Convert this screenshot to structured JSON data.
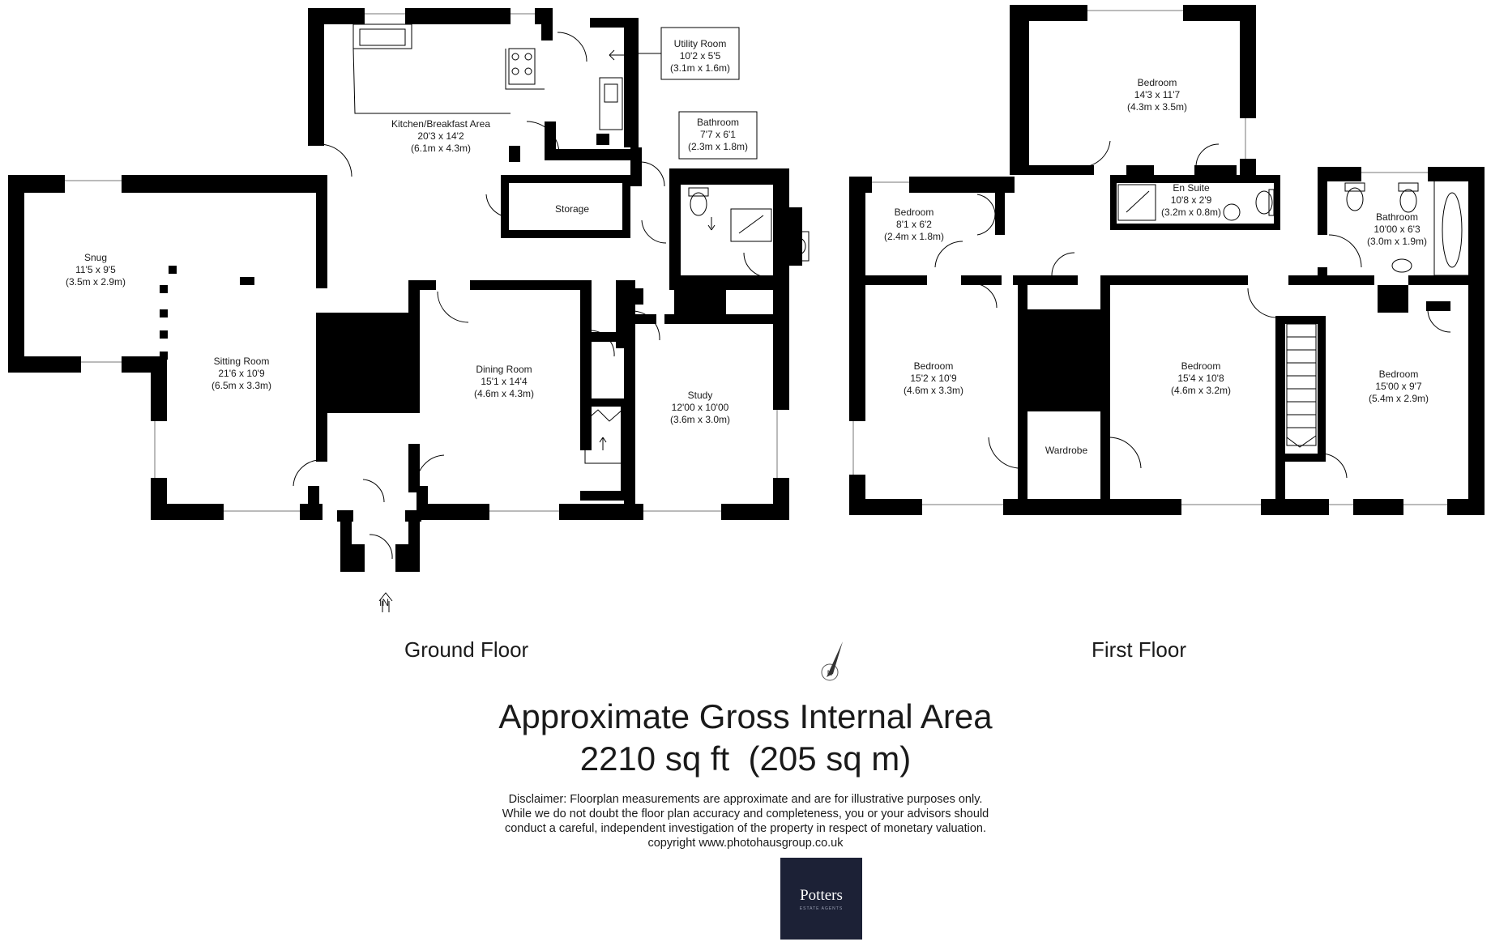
{
  "rooms_ground": [
    {
      "name": "Kitchen/Breakfast Area",
      "imperial": "20'3 x 14'2",
      "metric": "(6.1m x 4.3m)"
    },
    {
      "name": "Utility Room",
      "imperial": "10'2 x 5'5",
      "metric": "(3.1m x 1.6m)"
    },
    {
      "name": "Bathroom",
      "imperial": "7'7 x 6'1",
      "metric": "(2.3m x 1.8m)"
    },
    {
      "name": "Storage"
    },
    {
      "name": "Snug",
      "imperial": "11'5 x 9'5",
      "metric": "(3.5m x 2.9m)"
    },
    {
      "name": "Sitting Room",
      "imperial": "21'6 x 10'9",
      "metric": "(6.5m x 3.3m)"
    },
    {
      "name": "Dining Room",
      "imperial": "15'1 x 14'4",
      "metric": "(4.6m x 4.3m)"
    },
    {
      "name": "Study",
      "imperial": "12'00 x 10'00",
      "metric": "(3.6m x 3.0m)"
    }
  ],
  "rooms_first": [
    {
      "name": "Bedroom",
      "imperial": "14'3 x 11'7",
      "metric": "(4.3m x 3.5m)"
    },
    {
      "name": "En Suite",
      "imperial": "10'8 x 2'9",
      "metric": "(3.2m x 0.8m)"
    },
    {
      "name": "Bedroom",
      "imperial": "8'1 x 6'2",
      "metric": "(2.4m x 1.8m)"
    },
    {
      "name": "Bathroom",
      "imperial": "10'00 x 6'3",
      "metric": "(3.0m x 1.9m)"
    },
    {
      "name": "Bedroom",
      "imperial": "15'2 x 10'9",
      "metric": "(4.6m x 3.3m)"
    },
    {
      "name": "Bedroom",
      "imperial": "15'4 x 10'8",
      "metric": "(4.6m x 3.2m)"
    },
    {
      "name": "Bedroom",
      "imperial": "15'00 x 9'7",
      "metric": "(5.4m x 2.9m)"
    },
    {
      "name": "Wardrobe"
    }
  ],
  "entrance_label": "IN",
  "compass_label": "N",
  "floors": {
    "ground": "Ground Floor",
    "first": "First Floor"
  },
  "area": {
    "title": "Approximate Gross Internal Area",
    "value": "2210 sq ft  (205 sq m)"
  },
  "disclaimer": {
    "line1": "Disclaimer: Floorplan measurements are approximate and are for illustrative purposes only.",
    "line2": "While we do not doubt the floor plan accuracy and completeness, you or your advisors should",
    "line3": "conduct a careful, independent investigation of the property in respect of monetary valuation.",
    "line4": "copyright www.photohausgroup.co.uk"
  },
  "logo": {
    "name": "Potters",
    "tagline": "ESTATE AGENTS"
  },
  "colors": {
    "wall": "#000000",
    "logo_bg": "#1c2136",
    "text": "#1a1a1a"
  }
}
